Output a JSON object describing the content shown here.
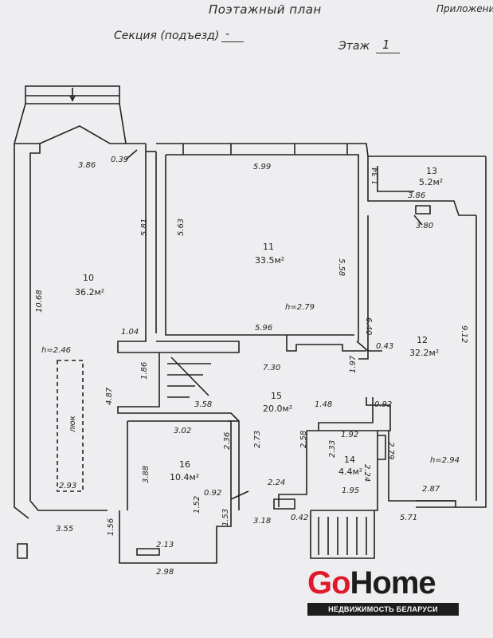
{
  "header": {
    "title": "Поэтажный план",
    "appendix": "Приложени",
    "section_label": "Секция (подъезд)",
    "section_value": "-",
    "floor_label": "Этаж",
    "floor_value": "1"
  },
  "rooms": {
    "r10": {
      "number": "10",
      "area": "36.2м²"
    },
    "r11": {
      "number": "11",
      "area": "33.5м²"
    },
    "r12": {
      "number": "12",
      "area": "32.2м²"
    },
    "r13": {
      "number": "13",
      "area": "5.2м²"
    },
    "r14": {
      "number": "14",
      "area": "4.4м²"
    },
    "r15": {
      "number": "15",
      "area": "20.0м²"
    },
    "r16": {
      "number": "16",
      "area": "10.4м²"
    }
  },
  "heights": {
    "h10": "h=2.46",
    "h11": "h=2.79",
    "h12": "h=2.94"
  },
  "hatch_label": "люк",
  "dimensions": {
    "d386": "3.86",
    "d039": "0.39",
    "d599": "5.99",
    "d134": "1.34",
    "d386b": "3.86",
    "d380": "3.80",
    "d581": "5.81",
    "d563": "5.63",
    "d558": "5.58",
    "d1068": "10.68",
    "d640": "6.40",
    "d912": "9.12",
    "d104": "1.04",
    "d596": "5.96",
    "d043": "0.43",
    "d730": "7.30",
    "d186": "1.86",
    "d197": "1.97",
    "d487": "4.87",
    "d358": "3.58",
    "d148": "1.48",
    "d092a": "0.92",
    "d302": "3.02",
    "d192": "1.92",
    "d279": "2.79",
    "d273": "2.73",
    "d258": "2.58",
    "d236": "2.36",
    "d233": "2.33",
    "d224a": "2.24",
    "d388": "3.88",
    "d092b": "0.92",
    "d224b": "2.24",
    "d195": "1.95",
    "d293": "2.93",
    "d152": "1.52",
    "d287": "2.87",
    "d355": "3.55",
    "d153": "1.53",
    "d318": "3.18",
    "d042": "0.42",
    "d571": "5.71",
    "d156": "1.56",
    "d213": "2.13",
    "d298": "2.98"
  },
  "logo": {
    "go": "Go",
    "home": "Home",
    "tagline": "НЕДВИЖИМОСТЬ БЕЛАРУСИ"
  },
  "colors": {
    "background": "#eeeef0",
    "lines": "#222222",
    "logo_red": "#e01a2b",
    "logo_dark": "#1d1d1d"
  }
}
